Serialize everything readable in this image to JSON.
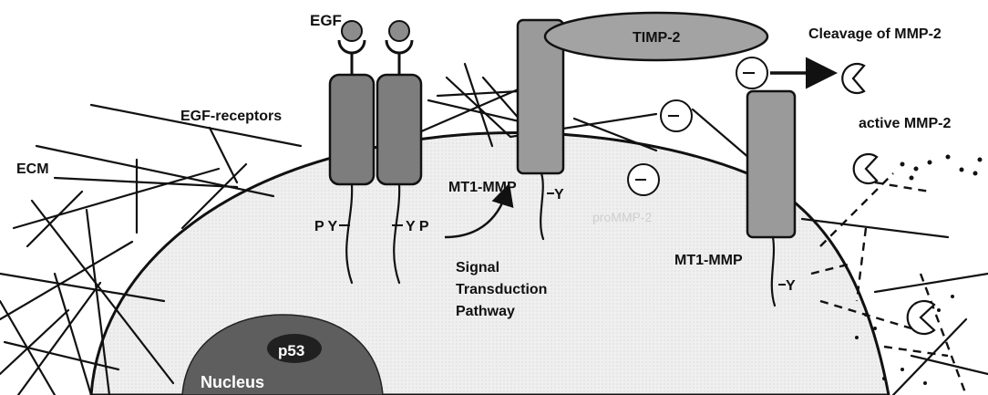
{
  "labels": {
    "egf": "EGF",
    "egf_receptors": "EGF-receptors",
    "ecm": "ECM",
    "timp2": "TIMP-2",
    "cleavage": "Cleavage of MMP-2",
    "active_mmp2": "active MMP-2",
    "mt1_mmp_left": "MT1-MMP",
    "mt1_mmp_right": "MT1-MMP",
    "signal_line1": "Signal",
    "signal_line2": "Transduction",
    "signal_line3": "Pathway",
    "p53": "p53",
    "nucleus": "Nucleus",
    "py_left": "P Y",
    "yp_right": "Y P",
    "y_left_mmp": "Y",
    "y_right_mmp": "Y"
  },
  "colors": {
    "receptor_fill": "#7d7d7d",
    "mmp_fill": "#9a9a9a",
    "timp_fill": "#a3a3a3",
    "egf_ball": "#8c8c8c",
    "cell_fill": "#efefef",
    "nucleus_fill": "#5e5e5e",
    "p53_fill": "#202020",
    "stroke": "#111111"
  }
}
